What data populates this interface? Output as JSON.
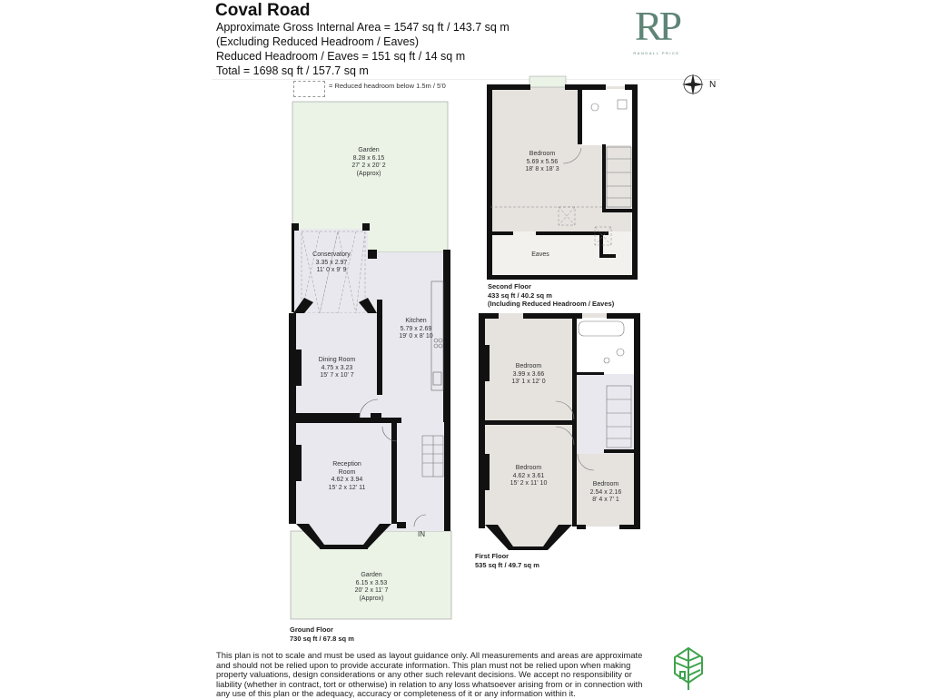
{
  "header": {
    "title": "Coval Road",
    "areas": [
      "Approximate Gross Internal Area = 1547 sq ft / 143.7 sq m",
      "(Excluding Reduced Headroom / Eaves)",
      "Reduced Headroom / Eaves = 151 sq ft / 14 sq m",
      "Total = 1698 sq ft / 157.7 sq m"
    ]
  },
  "logo": {
    "initials": "RP",
    "name": "RANDALL PRICE",
    "color": "#5f8577"
  },
  "legend": {
    "text": "= Reduced headroom below 1.5m / 5'0"
  },
  "compass": {
    "label": "N"
  },
  "ground_floor": {
    "name": "Ground Floor",
    "area": "730 sq ft / 67.8 sq m",
    "rooms": {
      "rear_garden": [
        "Garden",
        "8.28 x 6.15",
        "27' 2 x 20' 2",
        "(Approx)"
      ],
      "conservatory": [
        "Conservatory",
        "3.35 x 2.97",
        "11' 0 x 9' 9"
      ],
      "kitchen": [
        "Kitchen",
        "5.79 x 2.69",
        "19' 0 x 8' 10"
      ],
      "dining": [
        "Dining Room",
        "4.75 x 3.23",
        "15' 7 x 10' 7"
      ],
      "reception": [
        "Reception",
        "Room",
        "4.62 x 3.94",
        "15' 2 x 12' 11"
      ],
      "front_garden": [
        "Garden",
        "6.15 x 3.53",
        "20' 2 x 11' 7",
        "(Approx)"
      ]
    },
    "entrance": "IN"
  },
  "second_floor": {
    "name": "Second Floor",
    "area": "433 sq ft / 40.2 sq m",
    "note": "(Including Reduced Headroom / Eaves)",
    "rooms": {
      "bedroom": [
        "Bedroom",
        "5.69 x 5.56",
        "18' 8 x 18' 3"
      ],
      "eaves": [
        "Eaves"
      ]
    }
  },
  "first_floor": {
    "name": "First Floor",
    "area": "535 sq ft / 49.7 sq m",
    "rooms": {
      "bedroom_rear": [
        "Bedroom",
        "3.99 x 3.66",
        "13' 1 x 12' 0"
      ],
      "bedroom_front": [
        "Bedroom",
        "4.62 x 3.61",
        "15' 2 x 11' 10"
      ],
      "bedroom_small": [
        "Bedroom",
        "2.54 x 2.16",
        "8' 4 x 7' 1"
      ]
    }
  },
  "disclaimer": "This plan is not to scale and must be used as layout guidance only. All measurements and areas are approximate and should not be relied upon to provide accurate information. This plan must not be relied upon when making property valuations, design considerations or any other such relevant decisions. We accept no responsibility or liability (whether in contract, tort or otherwise) in relation to any loss whatsoever arising from or in connection with any use of this plan or the adequacy, accuracy or completeness of it or any information within it.",
  "colors": {
    "walls": "#111111",
    "garden": "#eaf3e6",
    "floor": "#e8e8ee",
    "upper_floor": "#e6e3df",
    "leaf_logo": "#3fa34d"
  }
}
